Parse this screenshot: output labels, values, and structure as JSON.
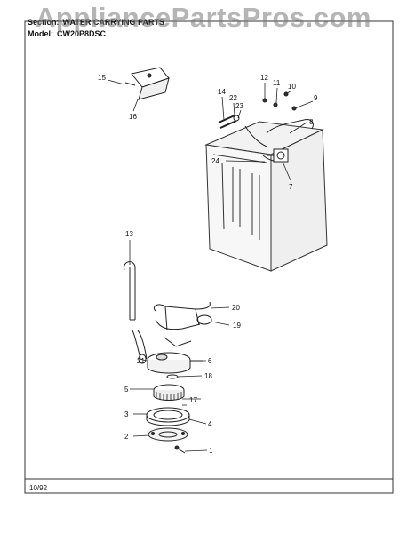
{
  "watermark": "AppliancePartsPros.com",
  "header": {
    "section_label": "Section:",
    "section_value": "WATER CARRYING PARTS",
    "model_label": "Model:",
    "model_value": "CW20P8DSC"
  },
  "footer": {
    "date": "10/92"
  },
  "callouts": [
    "1",
    "2",
    "3",
    "4",
    "5",
    "6",
    "7",
    "8",
    "9",
    "10",
    "11",
    "12",
    "13",
    "14",
    "15",
    "16",
    "17",
    "18",
    "19",
    "20",
    "21",
    "22",
    "23",
    "24"
  ],
  "colors": {
    "line": "#222222",
    "frame": "#333333",
    "watermark": "#8a8a8a"
  }
}
